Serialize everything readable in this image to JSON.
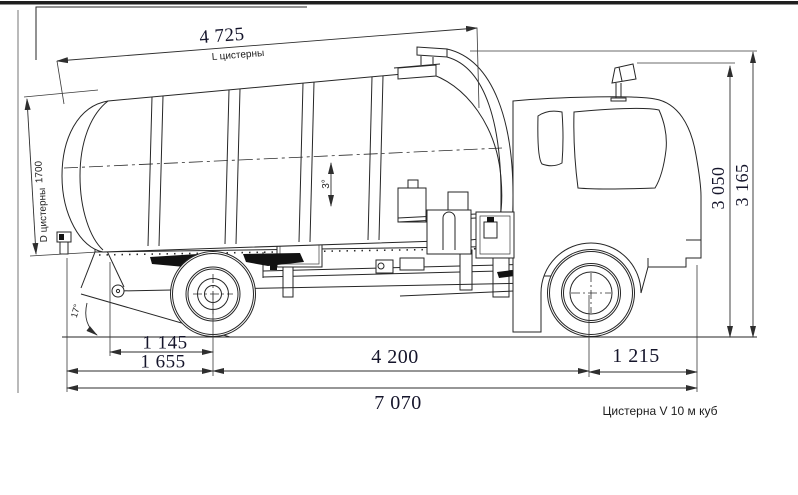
{
  "drawing": {
    "note": "Цистерна V 10 м куб",
    "dims": {
      "tank_length": "4 725",
      "tank_length_label": "L цистерны",
      "tank_diameter": "1700",
      "tank_diameter_label": "D цистерны",
      "height_to_beacon": "3 050",
      "height_overall": "3 165",
      "rear_axle_to_frame_end": "1 145",
      "rear_axle_to_tip": "1 655",
      "wheelbase": "4 200",
      "front_overhang": "1 215",
      "overall_length": "7 070",
      "tank_tilt_angle": "3°",
      "departure_angle": "17°"
    }
  }
}
